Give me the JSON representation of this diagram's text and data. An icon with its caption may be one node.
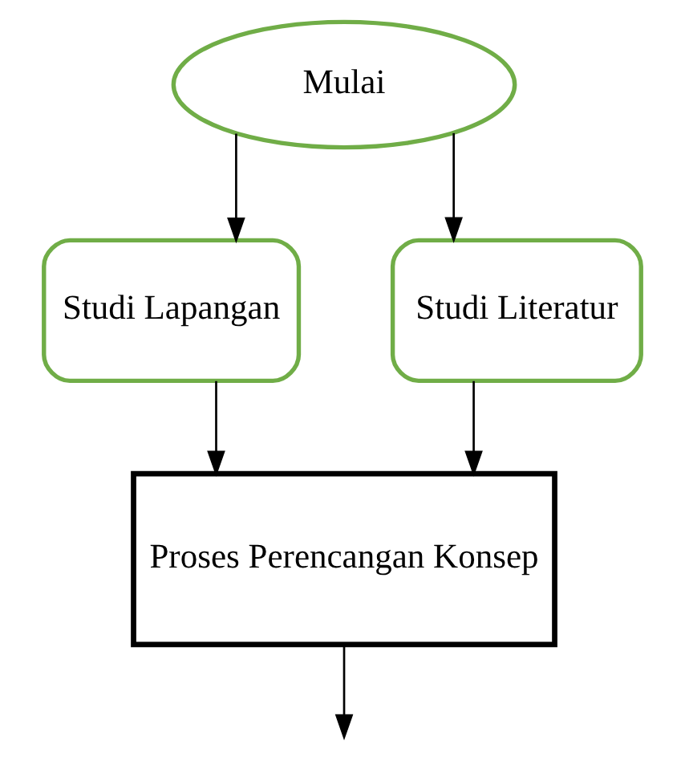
{
  "diagram": {
    "nodes": [
      {
        "text": [
          "Mulai"
        ]
      },
      {
        "text": [
          "Studi Lapangan"
        ]
      },
      {
        "text": [
          "Studi Literatur"
        ]
      },
      {
        "text": [
          "Proses Perencangan Konsep"
        ]
      }
    ],
    "edges": [
      {
        "from": 0,
        "to": 1,
        "arrow": "to"
      },
      {
        "from": 0,
        "to": 2,
        "arrow": "to"
      },
      {
        "from": 1,
        "to": 3,
        "arrow": "to"
      },
      {
        "from": 2,
        "to": 3,
        "arrow": "to"
      },
      {
        "from": 3,
        "to": null,
        "arrow": "to"
      }
    ]
  }
}
